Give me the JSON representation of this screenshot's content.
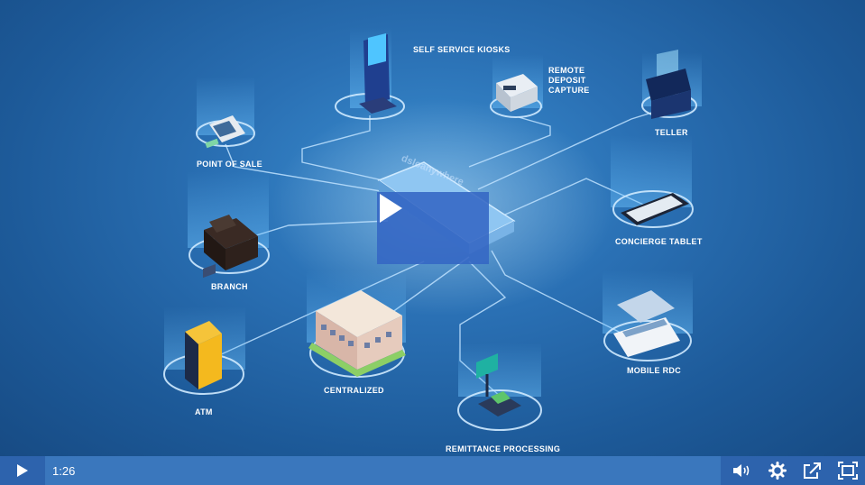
{
  "video": {
    "nodes": {
      "self_service_kiosks": "SELF SERVICE KIOSKS",
      "remote_deposit_capture": [
        "REMOTE",
        "DEPOSIT",
        "CAPTURE"
      ],
      "teller": "TELLER",
      "point_of_sale": "POINT OF SALE",
      "concierge_tablet": "CONCIERGE TABLET",
      "branch": "BRANCH",
      "centralized": "CENTRALIZED",
      "mobile_rdc": "MOBILE RDC",
      "atm": "ATM",
      "remittance_processing": "REMITTANCE PROCESSING"
    }
  },
  "controls": {
    "time": "1:26",
    "icons": {
      "play": "play-icon",
      "volume": "volume-icon",
      "settings": "gear-icon",
      "share": "share-icon",
      "fullscreen": "fullscreen-icon"
    }
  },
  "colors": {
    "bg_center": "#3b8ed0",
    "bg_edge": "#174b84",
    "play_overlay": "#3466c4",
    "control_bar": "#3a77bd",
    "control_dark": "#2d63ad",
    "line": "#bfe2ff"
  }
}
